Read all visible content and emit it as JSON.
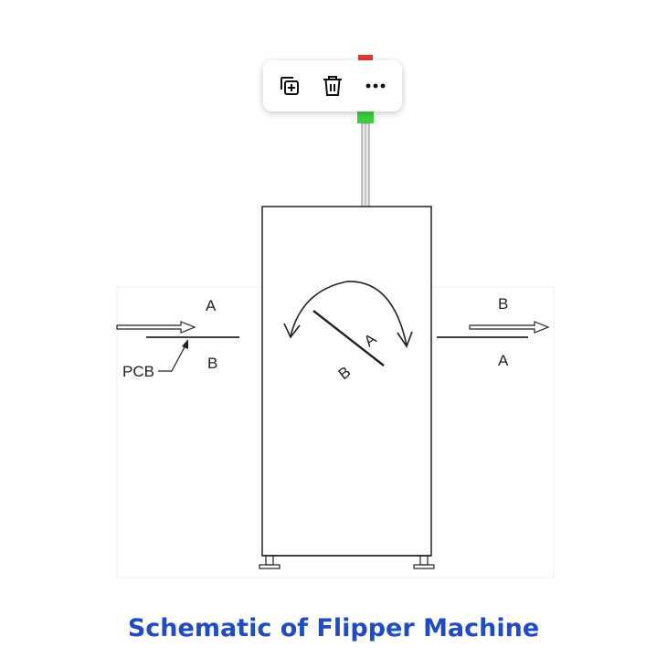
{
  "toolbar": {
    "buttons": [
      {
        "name": "duplicate",
        "icon": "duplicate-icon"
      },
      {
        "name": "delete",
        "icon": "trash-icon"
      },
      {
        "name": "more",
        "icon": "more-horizontal-icon"
      }
    ]
  },
  "diagram": {
    "input_side": {
      "top_label": "A",
      "bottom_label": "B",
      "pcb_label": "PCB"
    },
    "rotating_board": {
      "label_a": "A",
      "label_b": "B"
    },
    "output_side": {
      "top_label": "B",
      "bottom_label": "A"
    }
  },
  "caption": "Schematic of Flipper Machine",
  "colors": {
    "caption": "#1f4bc4",
    "status_green": "#3ccf3c",
    "status_red": "#e53935"
  }
}
